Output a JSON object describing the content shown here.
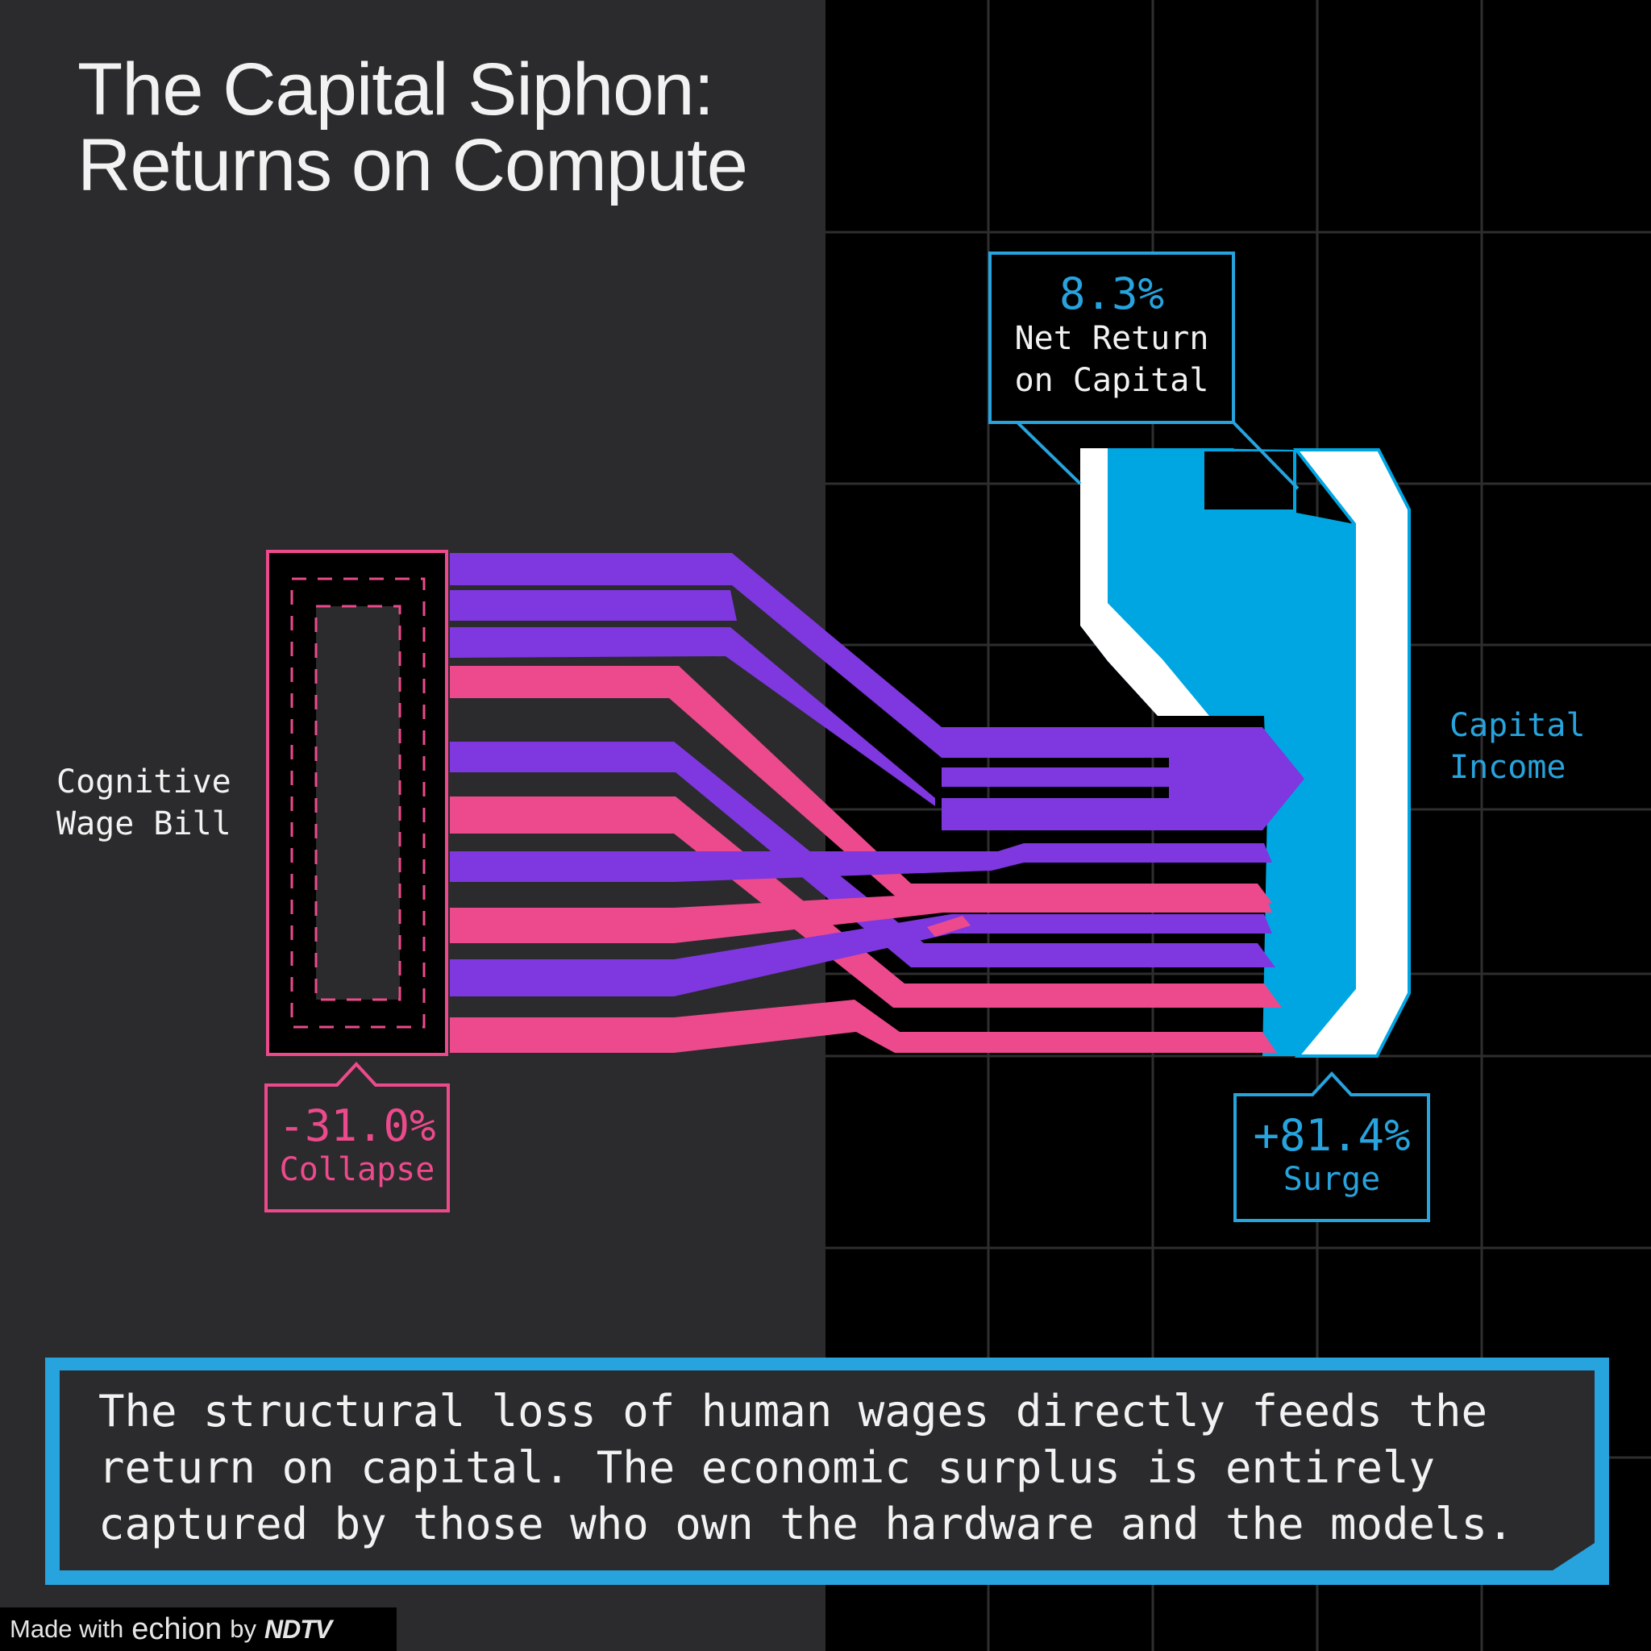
{
  "title": {
    "line1": "The Capital Siphon:",
    "line2": "Returns on Compute"
  },
  "source_node": {
    "label_line1": "Cognitive",
    "label_line2": "Wage Bill"
  },
  "target_node": {
    "label_line1": "Capital",
    "label_line2": "Income"
  },
  "callouts": {
    "net_return": {
      "value": "8.3%",
      "label_line1": "Net Return",
      "label_line2": "on Capital"
    },
    "collapse": {
      "value": "-31.0%",
      "label": "Collapse"
    },
    "surge": {
      "value": "+81.4%",
      "label": "Surge"
    }
  },
  "caption": {
    "line1": "The structural loss of human wages directly feeds the",
    "line2": "return on capital. The economic surplus is entirely",
    "line3": "captured by those who own the hardware and the models."
  },
  "footer": {
    "made_with": "Made with",
    "brand": "echion",
    "by": "by",
    "publisher": "NDTV"
  },
  "colors": {
    "left_bg": "#2b2b2d",
    "right_bg": "#000000",
    "grid": "#2e2e2e",
    "wage": "#ec4a8c",
    "compute": "#7f37e0",
    "capital": "#00a6e2",
    "capital_accent": "#ffffff",
    "text": "#f2f2f2"
  }
}
